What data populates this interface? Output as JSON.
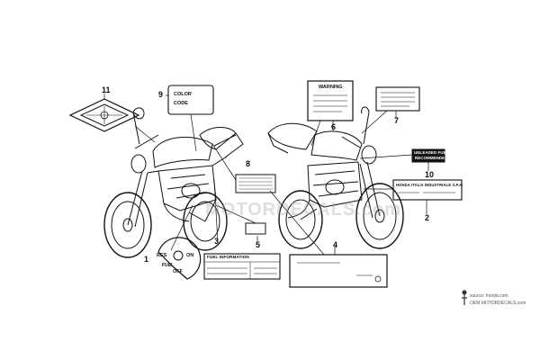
{
  "callouts": [
    "1",
    "2",
    "3",
    "4",
    "5",
    "6",
    "7",
    "8",
    "9",
    "10",
    "11"
  ],
  "decals": {
    "color_code_line1": "COLOR",
    "color_code_line2": "CODE",
    "warning": "WARNING",
    "fuel_information": "FUEL INFORMATION",
    "unleaded_line1": "UNLEADED FUEL",
    "unleaded_line2": "RECOMMENDED",
    "honda_italia": "HONDA ITALIA INDUSTRIALE S.P.A.",
    "fuel_valve_res": "RES",
    "fuel_valve_on": "ON",
    "fuel_valve_fuel": "FUEL",
    "fuel_valve_off": "OFF"
  },
  "watermark": "MOTORDECALS.com",
  "source_line1": "source: honda.com",
  "source_line2": "OEM.MOTORDECALS.com"
}
